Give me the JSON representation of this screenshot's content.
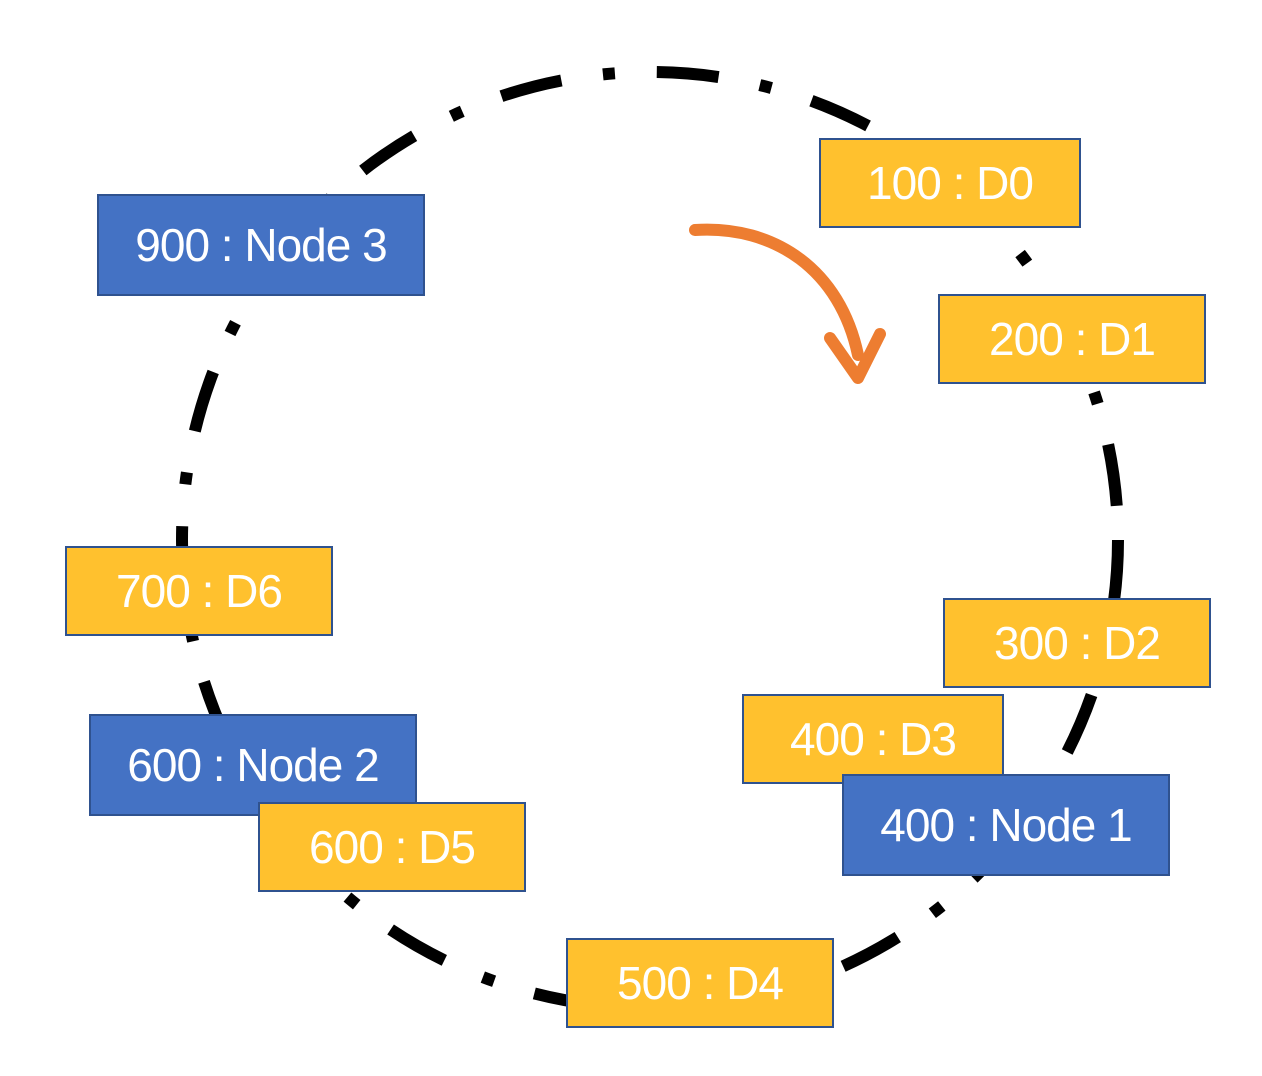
{
  "colors": {
    "ring": "#000000",
    "arrow": "#ed7d31",
    "data_fill": "#ffc12e",
    "node_fill": "#4472c4",
    "box_border": "#2f528f",
    "text": "#ffffff"
  },
  "ring": {
    "line_style": "dash-dot"
  },
  "direction_arrow": {
    "icon": "curved-arrow-clockwise"
  },
  "data_items": [
    {
      "label": "100 : D0"
    },
    {
      "label": "200 : D1"
    },
    {
      "label": "300 : D2"
    },
    {
      "label": "400 : D3"
    },
    {
      "label": "500 : D4"
    },
    {
      "label": "600 : D5"
    },
    {
      "label": "700 : D6"
    }
  ],
  "nodes": [
    {
      "label": "400 : Node 1"
    },
    {
      "label": "600 : Node 2"
    },
    {
      "label": "900 : Node 3"
    }
  ]
}
